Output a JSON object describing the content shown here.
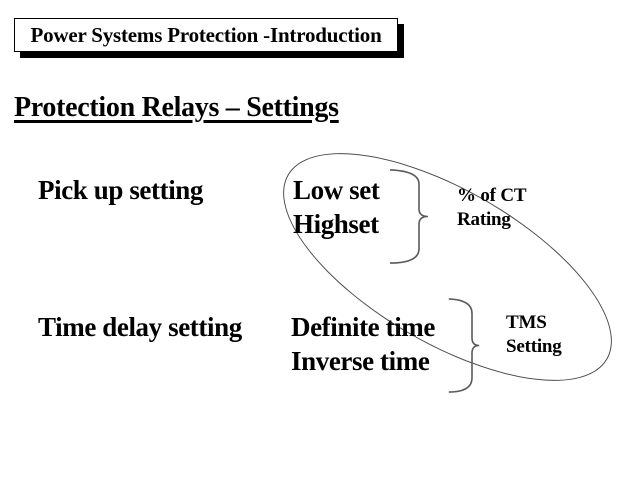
{
  "slide": {
    "title": "Power Systems Protection -Introduction",
    "heading": "Protection Relays – Settings",
    "groups": [
      {
        "label": "Pick up setting",
        "options": [
          "Low set",
          "Highset"
        ],
        "annotation": [
          "% of CT",
          "Rating"
        ]
      },
      {
        "label": "Time delay setting",
        "options": [
          "Definite time",
          "Inverse time"
        ],
        "annotation": [
          "TMS",
          "Setting"
        ]
      }
    ],
    "icons": {
      "brace": "curly-brace-right",
      "ellipse": "oval-outline"
    },
    "colors": {
      "text": "#000000",
      "background": "#ffffff",
      "shape_stroke": "#4a4a4a",
      "title_box_border": "#000000",
      "title_box_shadow": "#000000"
    }
  }
}
